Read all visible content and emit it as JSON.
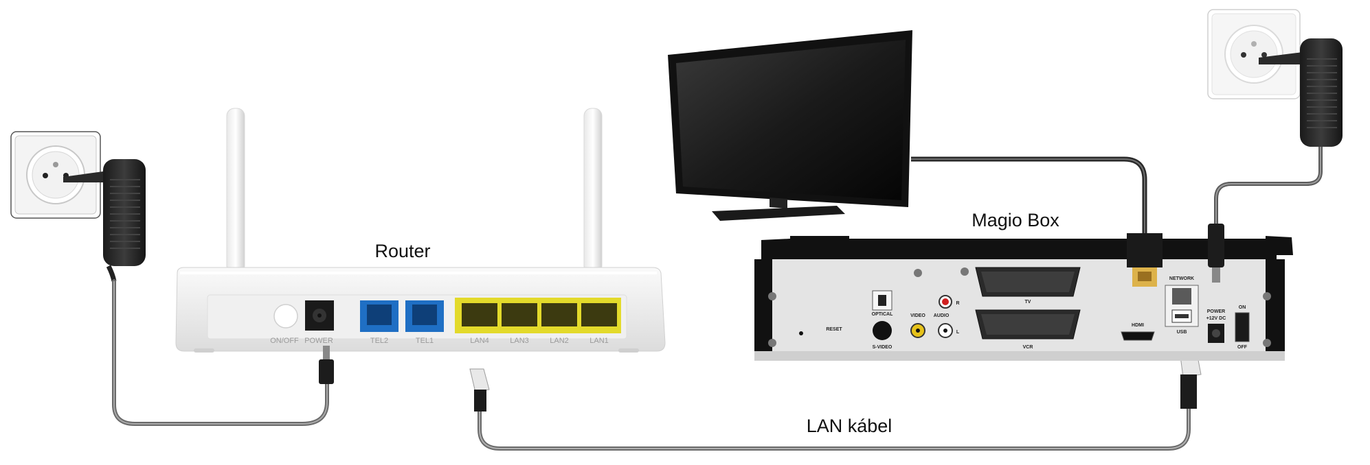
{
  "labels": {
    "router": "Router",
    "magio_box": "Magio Box",
    "lan_cable": "LAN kábel"
  },
  "router_ports": {
    "on_off": "ON/OFF",
    "power": "POWER",
    "tel2": "TEL2",
    "tel1": "TEL1",
    "lan4": "LAN4",
    "lan3": "LAN3",
    "lan2": "LAN2",
    "lan1": "LAN1"
  },
  "box_ports": {
    "reset": "RESET",
    "optical": "OPTICAL",
    "s_video": "S-VIDEO",
    "video": "VIDEO",
    "audio": "AUDIO",
    "audio_r": "R",
    "audio_l": "L",
    "tv": "TV",
    "vcr": "VCR",
    "hdmi": "HDMI",
    "network": "NETWORK",
    "usb": "USB",
    "power": "POWER",
    "power_rating": "+12V DC",
    "on": "ON",
    "off": "OFF"
  },
  "colors": {
    "tel_port": "#1f6fc4",
    "lan_port": "#e3da2b",
    "cable": "#6a6a6a",
    "device_dark": "#161616"
  }
}
